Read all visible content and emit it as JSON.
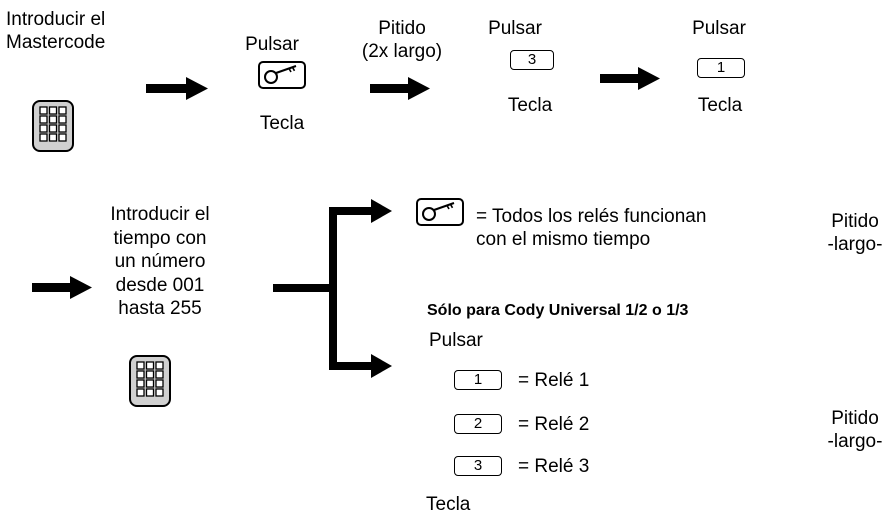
{
  "step1": {
    "instruction": "Introducir el\nMastercode",
    "icon": "keypad-icon"
  },
  "step2": {
    "top": "Pulsar",
    "bottom": "Tecla",
    "icon": "key-icon"
  },
  "beep1": "Pitido\n(2x largo)",
  "step3": {
    "top": "Pulsar",
    "button": "3",
    "bottom": "Tecla"
  },
  "step4": {
    "top": "Pulsar",
    "button": "1",
    "bottom": "Tecla"
  },
  "step5": {
    "instruction": "Introducir el\ntiempo con\nun número\ndesde 001\nhasta 255",
    "icon": "keypad-icon"
  },
  "option_all": {
    "text": "= Todos los relés funcionan\ncon el mismo tiempo",
    "beep": "Pitido\n-largo-",
    "icon": "key-icon"
  },
  "option_single": {
    "heading": "Sólo para Cody Universal 1/2 o 1/3",
    "press": "Pulsar",
    "relays": [
      {
        "button": "1",
        "label": "= Relé 1"
      },
      {
        "button": "2",
        "label": "= Relé 2"
      },
      {
        "button": "3",
        "label": "= Relé 3"
      }
    ],
    "key": "Tecla",
    "beep": "Pitido\n-largo-"
  },
  "colors": {
    "stroke": "#000000",
    "keypad_fill": "#d0d0d0"
  }
}
